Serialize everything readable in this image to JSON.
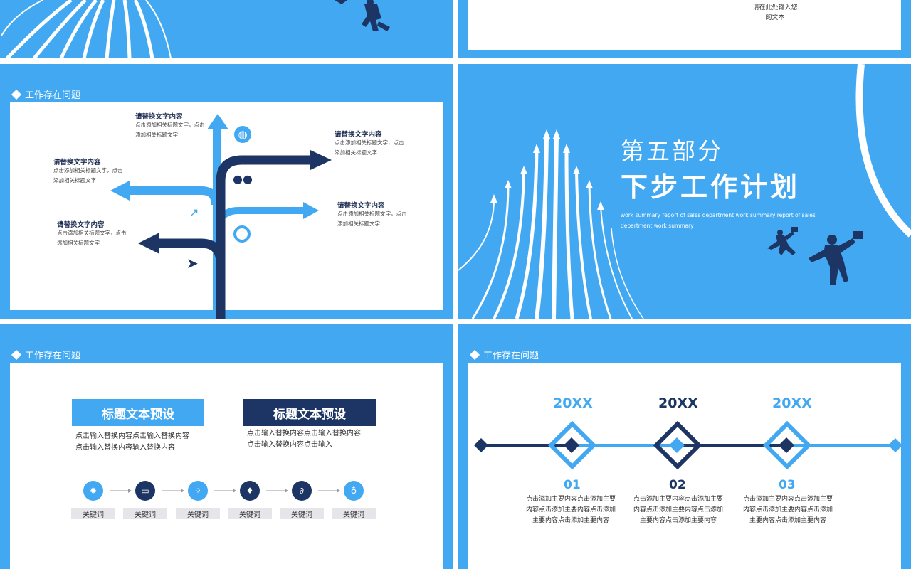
{
  "top_right": {
    "text_line1": "请在此处输入您",
    "text_line2": "的文本"
  },
  "slide_left_mid": {
    "section_title": "工作存在问题",
    "items": [
      {
        "heading": "请替换文字内容",
        "line1": "点击添加相关标题文字，点击",
        "line2": "添加相关标题文字"
      },
      {
        "heading": "请替换文字内容",
        "line1": "点击添加相关标题文字，点击",
        "line2": "添加相关标题文字"
      },
      {
        "heading": "请替换文字内容",
        "line1": "点击添加相关标题文字，点击",
        "line2": "添加相关标题文字"
      },
      {
        "heading": "请替换文字内容",
        "line1": "点击添加相关标题文字，点击",
        "line2": "添加相关标题文字"
      },
      {
        "heading": "请替换文字内容",
        "line1": "点击添加相关标题文字，点击",
        "line2": "添加相关标题文字"
      }
    ]
  },
  "slide_right_mid": {
    "part": "第五部分",
    "title": "下步工作计划",
    "sub_line1": "work summary report of sales department work summary report of sales",
    "sub_line2": "department work summary"
  },
  "slide_left_bottom": {
    "section_title": "工作存在问题",
    "box1": {
      "title": "标题文本预设",
      "line1": "点击输入替换内容点击输入替换内容",
      "line2": "点击输入替换内容输入替换内容"
    },
    "box2": {
      "title": "标题文本预设",
      "line1": "点击输入替换内容点击输入替换内容",
      "line2": "点击输入替换内容点击输入"
    },
    "keywords": [
      "关键词",
      "关键词",
      "关键词",
      "关键词",
      "关键词",
      "关键词"
    ]
  },
  "slide_right_bottom": {
    "section_title": "工作存在问题",
    "years": [
      "20XX",
      "20XX",
      "20XX"
    ],
    "numbers": [
      "01",
      "02",
      "03"
    ],
    "texts": [
      {
        "l1": "点击添加主要内容点击添加主要",
        "l2": "内容点击添加主要内容点击添加",
        "l3": "主要内容点击添加主要内容"
      },
      {
        "l1": "点击添加主要内容点击添加主要",
        "l2": "内容点击添加主要内容点击添加",
        "l3": "主要内容点击添加主要内容"
      },
      {
        "l1": "点击添加主要内容点击添加主要",
        "l2": "内容点击添加主要内容点击添加",
        "l3": "主要内容点击添加主要内容"
      }
    ]
  },
  "colors": {
    "light_blue": "#42a8f2",
    "navy": "#1d3564",
    "white": "#ffffff"
  }
}
